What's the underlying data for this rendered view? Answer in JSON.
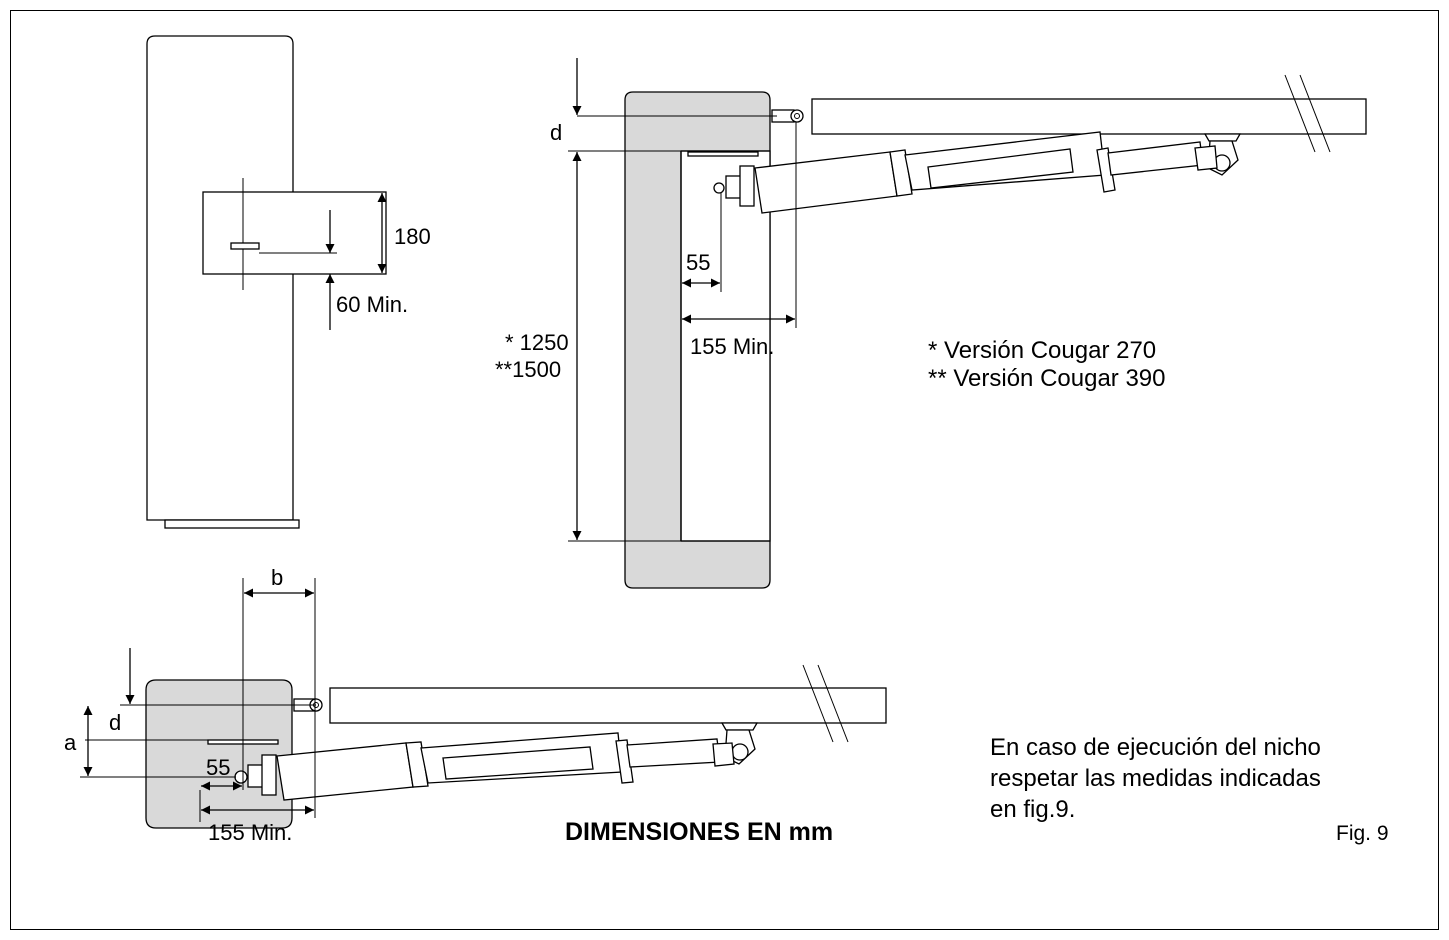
{
  "labels": {
    "dim_180": "180",
    "dim_60_min": "60 Min.",
    "dim_d_top": "d",
    "dim_1250": "* 1250",
    "dim_1500": "**1500",
    "dim_55_top": "55",
    "dim_155_min_top": "155 Min.",
    "dim_b": "b",
    "dim_d_bottom": "d",
    "dim_a": "a",
    "dim_55_bottom": "55",
    "dim_155_min_bottom": "155 Min."
  },
  "versions": {
    "v270": "*  Versión Cougar 270",
    "v390": "** Versión Cougar 390"
  },
  "note": {
    "line1": "En caso de ejecución del nicho",
    "line2": "respetar las medidas indicadas",
    "line3": "en fig.9."
  },
  "title": "DIMENSIONES EN mm",
  "figure_label": "Fig. 9"
}
